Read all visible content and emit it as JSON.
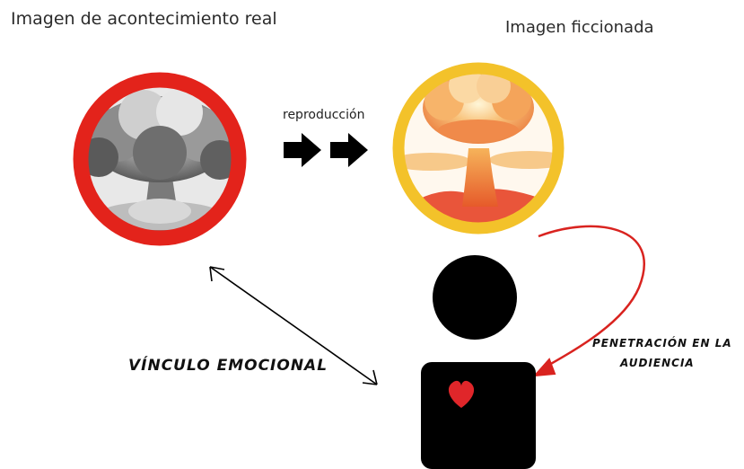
{
  "labels": {
    "real_event": "Imagen de acontecimiento real",
    "fictional": "Imagen ficcionada",
    "reproduction": "reproducción",
    "emotional_bond": "VÍNCULO EMOCIONAL",
    "audience_line1": "PENETRACIÓN EN LA",
    "audience_line2": "AUDIENCIA"
  },
  "colors": {
    "real_ring": "#e3231b",
    "fiction_ring": "#f3c22a",
    "heart": "#e0262a",
    "audience_arrow": "#d9231f",
    "figure": "#000000"
  }
}
